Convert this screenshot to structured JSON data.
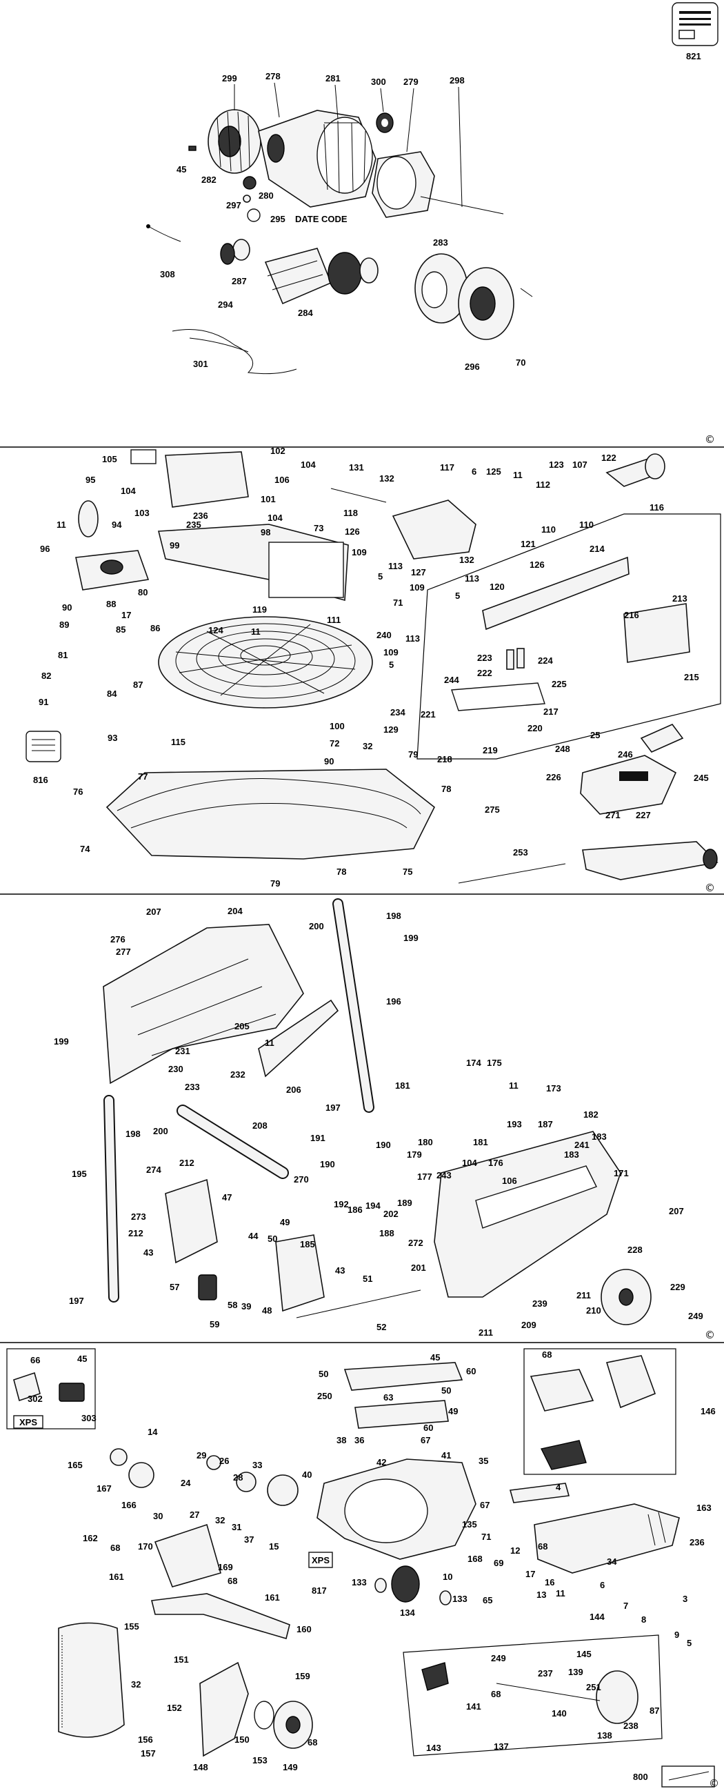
{
  "copyright_symbol": "©",
  "sections": [
    {
      "id": "motor",
      "labels": [
        "299",
        "278",
        "281",
        "300",
        "279",
        "298",
        "45",
        "282",
        "280",
        "297",
        "295",
        "DATE CODE",
        "308",
        "287",
        "294",
        "284",
        "283",
        "296",
        "70",
        "301",
        "821"
      ]
    },
    {
      "id": "base",
      "labels": [
        "105",
        "102",
        "104",
        "106",
        "104",
        "101",
        "103",
        "236",
        "235",
        "104",
        "98",
        "95",
        "94",
        "11",
        "96",
        "99",
        "80",
        "73",
        "131",
        "132",
        "117",
        "6",
        "125",
        "11",
        "123",
        "107",
        "122",
        "112",
        "116",
        "110",
        "118",
        "121",
        "126",
        "132",
        "109",
        "113",
        "5",
        "127",
        "113",
        "109",
        "5",
        "120",
        "126",
        "71",
        "88",
        "90",
        "17",
        "89",
        "85",
        "86",
        "119",
        "11",
        "111",
        "124",
        "240",
        "113",
        "109",
        "5",
        "87",
        "82",
        "81",
        "84",
        "91",
        "93",
        "115",
        "234",
        "100",
        "129",
        "72",
        "32",
        "90",
        "214",
        "213",
        "216",
        "223",
        "224",
        "222",
        "225",
        "244",
        "217",
        "215",
        "221",
        "220",
        "218",
        "219",
        "25",
        "246",
        "248",
        "245",
        "226",
        "275",
        "816",
        "77",
        "76",
        "79",
        "78",
        "74",
        "75",
        "253",
        "271",
        "227",
        "79",
        "78"
      ]
    },
    {
      "id": "arm",
      "labels": [
        "207",
        "204",
        "276",
        "277",
        "200",
        "198",
        "199",
        "196",
        "199",
        "205",
        "11",
        "231",
        "230",
        "232",
        "233",
        "206",
        "197",
        "198",
        "200",
        "208",
        "195",
        "174",
        "175",
        "181",
        "11",
        "173",
        "180",
        "179",
        "181",
        "193",
        "187",
        "182",
        "183",
        "191",
        "190",
        "190",
        "241",
        "183",
        "274",
        "212",
        "270",
        "186",
        "177",
        "243",
        "104",
        "176",
        "106",
        "171",
        "273",
        "47",
        "192",
        "189",
        "202",
        "194",
        "188",
        "207",
        "212",
        "43",
        "44",
        "49",
        "50",
        "185",
        "272",
        "201",
        "228",
        "57",
        "58",
        "39",
        "43",
        "51",
        "211",
        "210",
        "229",
        "59",
        "48",
        "52",
        "239",
        "197",
        "211",
        "209",
        "249"
      ]
    },
    {
      "id": "head",
      "labels": [
        "66",
        "45",
        "302",
        "303",
        "XPS",
        "68",
        "146",
        "45",
        "60",
        "50",
        "50",
        "63",
        "49",
        "250",
        "60",
        "14",
        "29",
        "26",
        "165",
        "167",
        "166",
        "30",
        "24",
        "28",
        "27",
        "32",
        "33",
        "31",
        "37",
        "15",
        "38",
        "36",
        "42",
        "67",
        "41",
        "35",
        "40",
        "67",
        "4",
        "163",
        "135",
        "71",
        "12",
        "68",
        "162",
        "170",
        "169",
        "161",
        "68",
        "161",
        "160",
        "817",
        "XPS",
        "133",
        "134",
        "133",
        "10",
        "168",
        "69",
        "65",
        "17",
        "16",
        "13",
        "11",
        "34",
        "236",
        "6",
        "7",
        "3",
        "8",
        "9",
        "5",
        "144",
        "145",
        "155",
        "32",
        "151",
        "152",
        "148",
        "159",
        "150",
        "153",
        "149",
        "68",
        "249",
        "237",
        "139",
        "251",
        "141",
        "68",
        "140",
        "138",
        "238",
        "87",
        "143",
        "137",
        "156",
        "157",
        "800"
      ]
    }
  ]
}
